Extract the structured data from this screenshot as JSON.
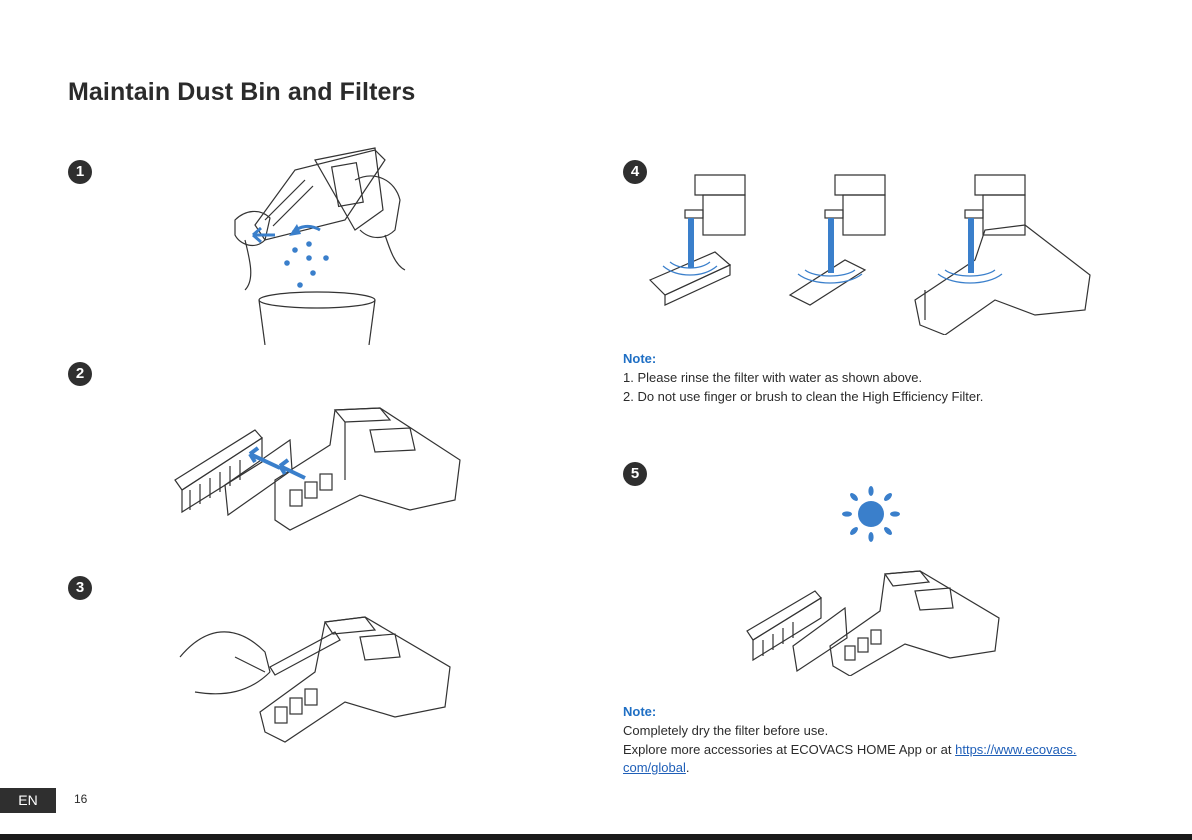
{
  "page": {
    "title": "Maintain Dust Bin and Filters",
    "language_tag": "EN",
    "page_number": "16"
  },
  "steps": [
    {
      "number": "1"
    },
    {
      "number": "2"
    },
    {
      "number": "3"
    },
    {
      "number": "4"
    },
    {
      "number": "5"
    }
  ],
  "note1": {
    "heading": "Note:",
    "lines": [
      "1. Please rinse the filter with water as shown above.",
      "2. Do not use finger or brush to clean the High Efficiency Filter."
    ]
  },
  "note2": {
    "heading": "Note:",
    "line1": "Completely dry the filter before use.",
    "line2_prefix": "Explore more accessories at ECOVACS HOME App or at ",
    "link_part1": "https://www.ecovacs.",
    "link_part2": "com/global",
    "link_suffix": "."
  },
  "colors": {
    "accent_blue": "#3a7fcb",
    "note_blue": "#1f6fc4",
    "badge_dark": "#2f2f2f"
  }
}
